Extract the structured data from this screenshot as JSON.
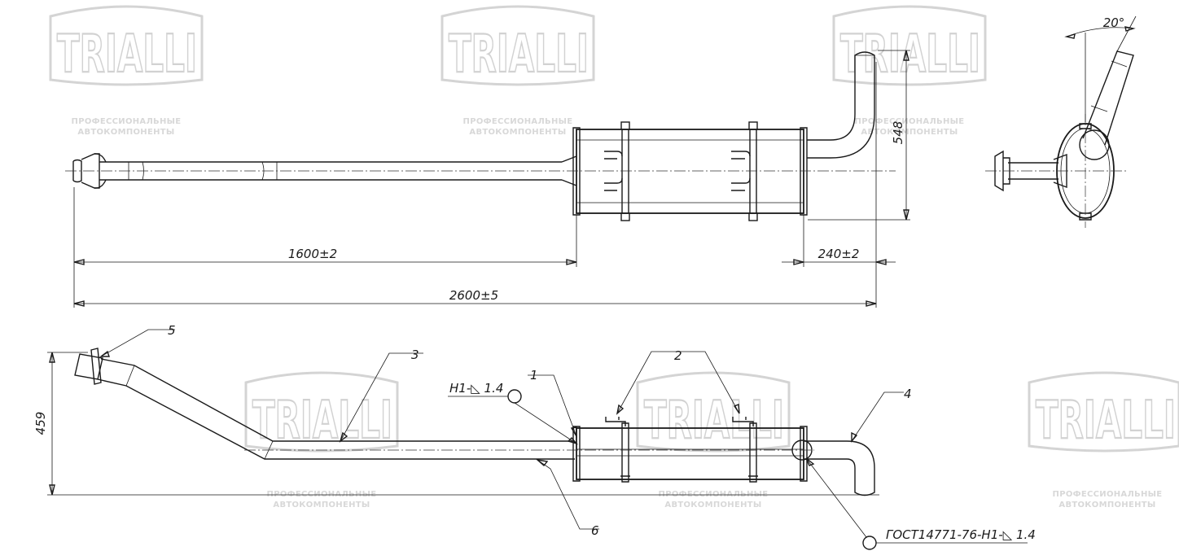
{
  "watermark": {
    "brand": "TRIALLI",
    "line1": "ПРОФЕССИОНАЛЬНЫЕ",
    "line2": "АВТОКОМПОНЕНТЫ"
  },
  "dimensions": {
    "pipe_to_muffler": "1600±2",
    "tail_offset": "240±2",
    "overall_length": "2600±5",
    "top_view_height": "548",
    "side_view_height": "459",
    "angle": "20°"
  },
  "callouts": {
    "c1": "1",
    "c2": "2",
    "c3": "3",
    "c4": "4",
    "c5": "5",
    "c6": "6"
  },
  "welds": {
    "weld_left": "Н1-◺ 1.4",
    "weld_right": "ГОСТ14771-76-Н1-◺ 1.4"
  }
}
